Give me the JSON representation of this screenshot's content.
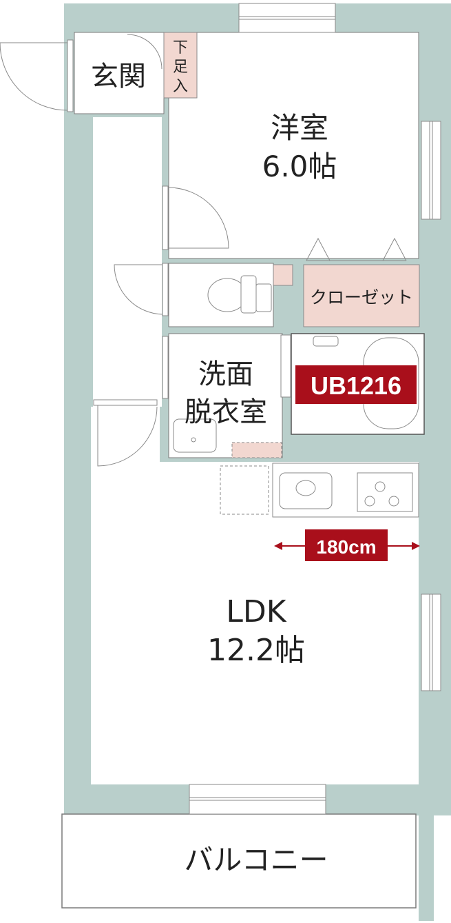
{
  "colors": {
    "wall": "#b9cfcb",
    "accent": "#a90f1b",
    "storage_fill": "#f2d7d0",
    "line": "#7a7a7a",
    "room_fill": "#ffffff"
  },
  "rooms": {
    "entrance": "玄関",
    "shoe_box": [
      "下",
      "足",
      "入"
    ],
    "western_room": {
      "name": "洋室",
      "size": "6.0帖"
    },
    "closet": "クローゼット",
    "washroom": {
      "line1": "洗面",
      "line2": "脱衣室"
    },
    "bath": "UB1216",
    "ldk": {
      "name": "LDK",
      "size": "12.2帖"
    },
    "balcony": "バルコニー"
  },
  "kitchen": {
    "width_label": "180cm"
  }
}
